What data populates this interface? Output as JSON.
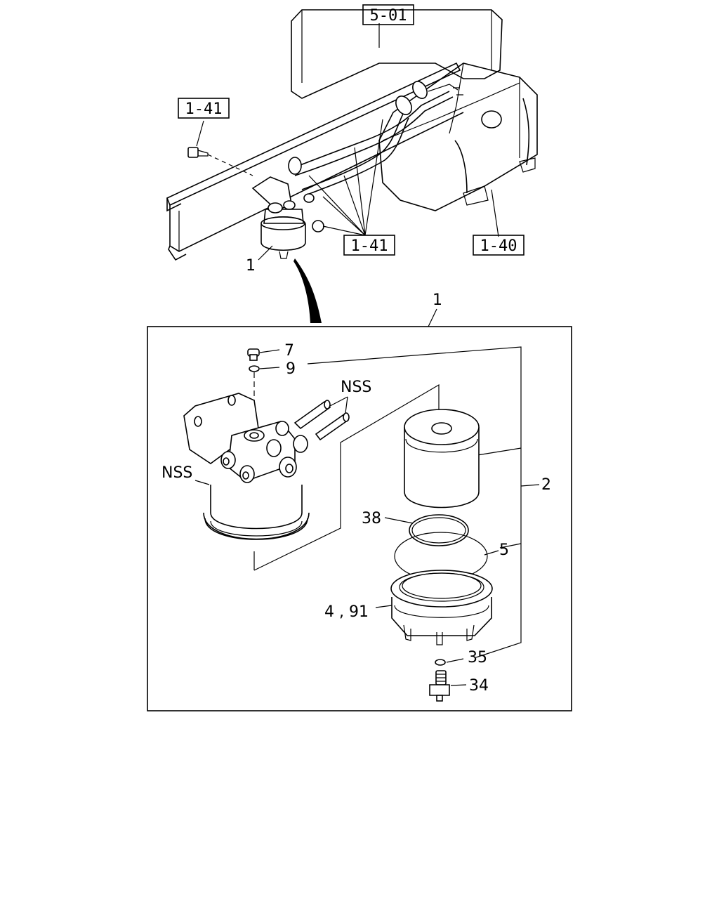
{
  "refs": {
    "ref_5_01": "5-01",
    "ref_1_41_top": "1-41",
    "ref_1_41_mid": "1-41",
    "ref_1_40": "1-40"
  },
  "callouts": {
    "overview_1": "1",
    "detail_1": "1",
    "p7": "7",
    "p9": "9",
    "nss_top": "NSS",
    "nss_left": "NSS",
    "p2": "2",
    "p38": "38",
    "p5": "5",
    "p4_91": "4 , 91",
    "p35": "35",
    "p34": "34"
  }
}
